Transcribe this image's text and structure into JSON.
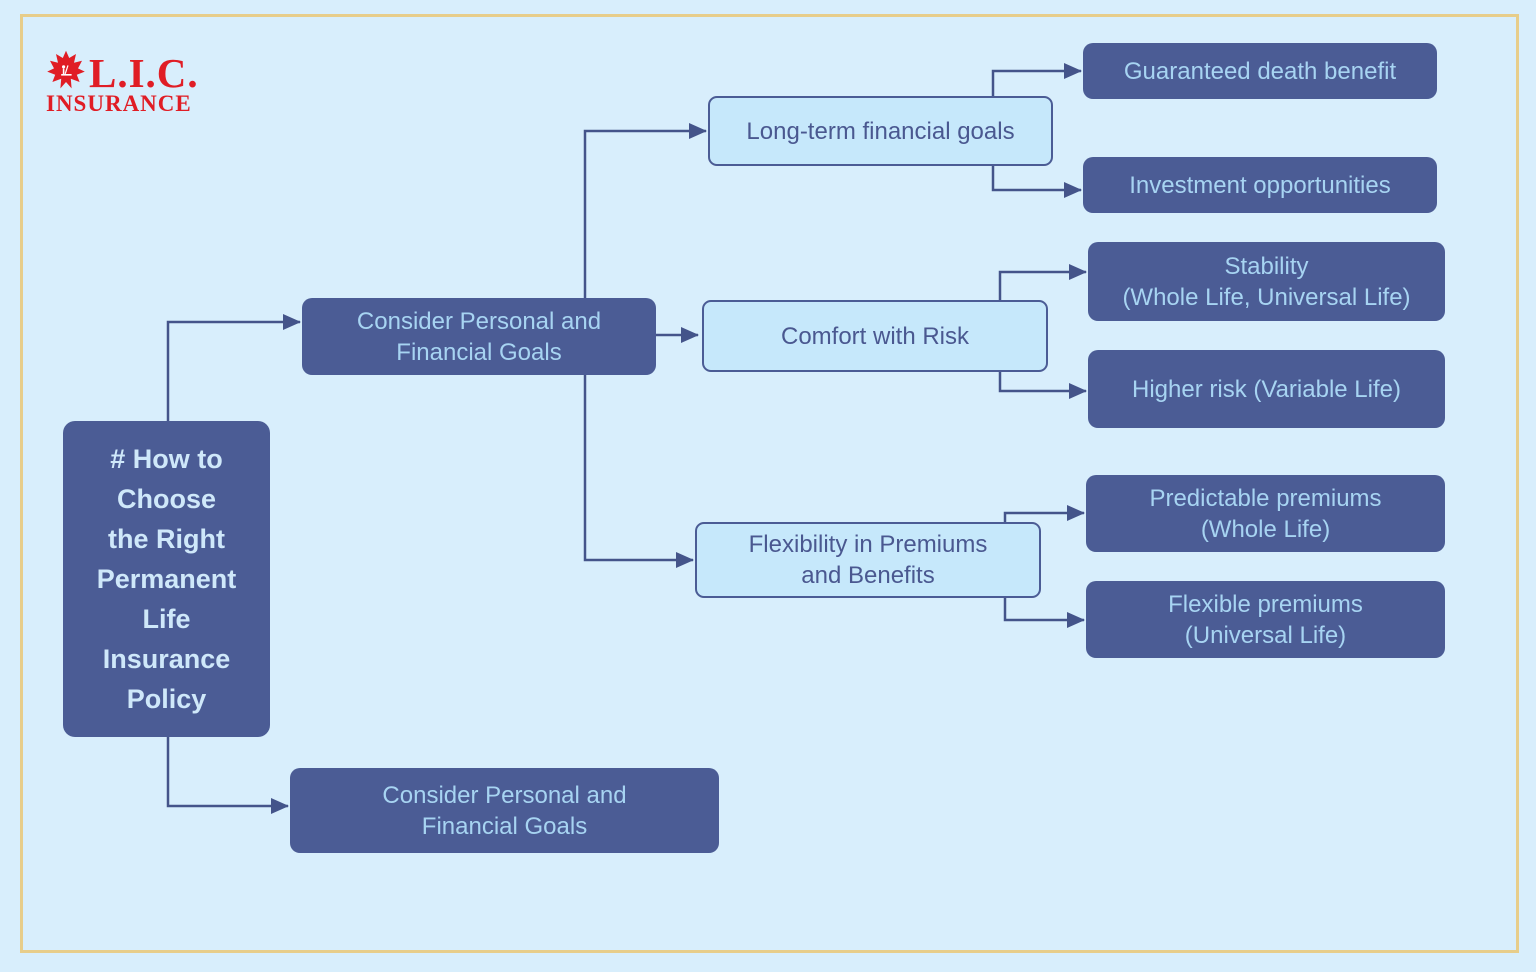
{
  "logo": {
    "brand": "L.I.C.",
    "subtitle": "INSURANCE",
    "color": "#e01d25",
    "icon": "maple-leaf-icon"
  },
  "colors": {
    "background": "#d8eefc",
    "frame_border": "#e7cd8a",
    "dark_node_background": "#4b5c95",
    "dark_node_text": "#a7d4f2",
    "root_node_text": "#cfe8fa",
    "light_node_background": "#c6e8fb",
    "light_node_border": "#4b5c95",
    "light_node_text": "#4a5890",
    "connector": "#44548a"
  },
  "diagram": {
    "root": "# How to\nChoose\nthe Right\nPermanent\nLife\nInsurance\nPolicy",
    "consider_top": "Consider Personal and\nFinancial Goals",
    "consider_bottom": "Consider Personal and\nFinancial Goals",
    "branches": {
      "long_term": {
        "label": "Long-term financial goals",
        "children": {
          "guaranteed": "Guaranteed death benefit",
          "investment": "Investment opportunities"
        }
      },
      "comfort": {
        "label": "Comfort with Risk",
        "children": {
          "stability": "Stability\n(Whole Life, Universal Life)",
          "higher_risk": "Higher risk (Variable Life)"
        }
      },
      "flexibility": {
        "label": "Flexibility in Premiums\nand Benefits",
        "children": {
          "predictable": "Predictable premiums\n(Whole Life)",
          "flexible": "Flexible premiums\n(Universal Life)"
        }
      }
    }
  }
}
